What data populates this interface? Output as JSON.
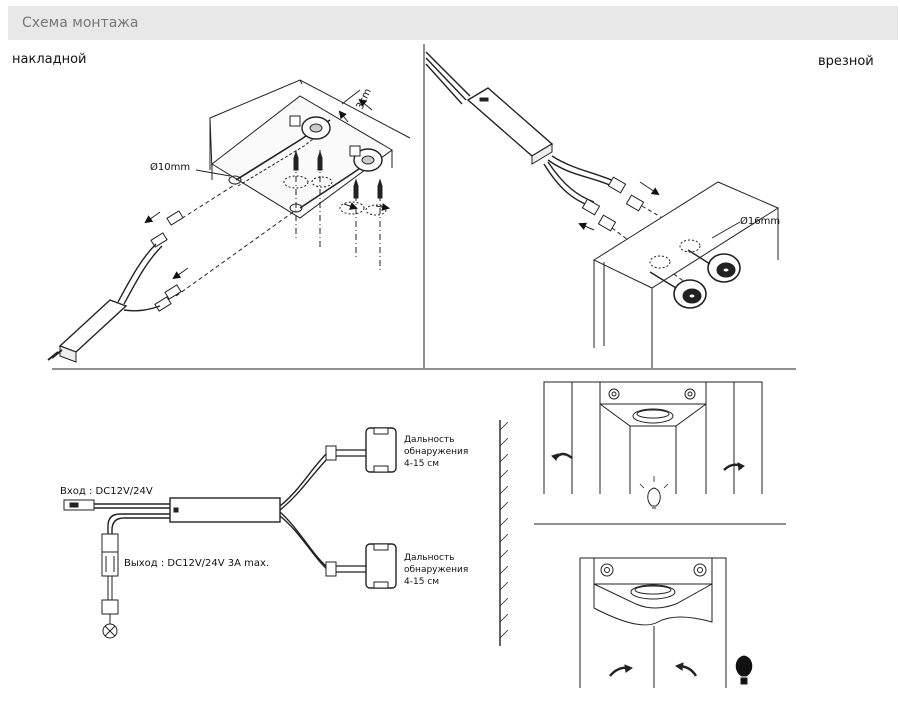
{
  "header": {
    "title": "Схема монтажа"
  },
  "mounting": {
    "surface_label": "накладной",
    "recessed_label": "врезной"
  },
  "dimensions": {
    "surface_hole": "Ø10mm",
    "recessed_hole": "Ø16mm",
    "offset": "3cm"
  },
  "wiring": {
    "input": "Вход : DC12V/24V",
    "output": "Выход : DC12V/24V  3A max.",
    "sensor_range": [
      "Дальность",
      "обнаружения",
      "4-15 см"
    ]
  }
}
